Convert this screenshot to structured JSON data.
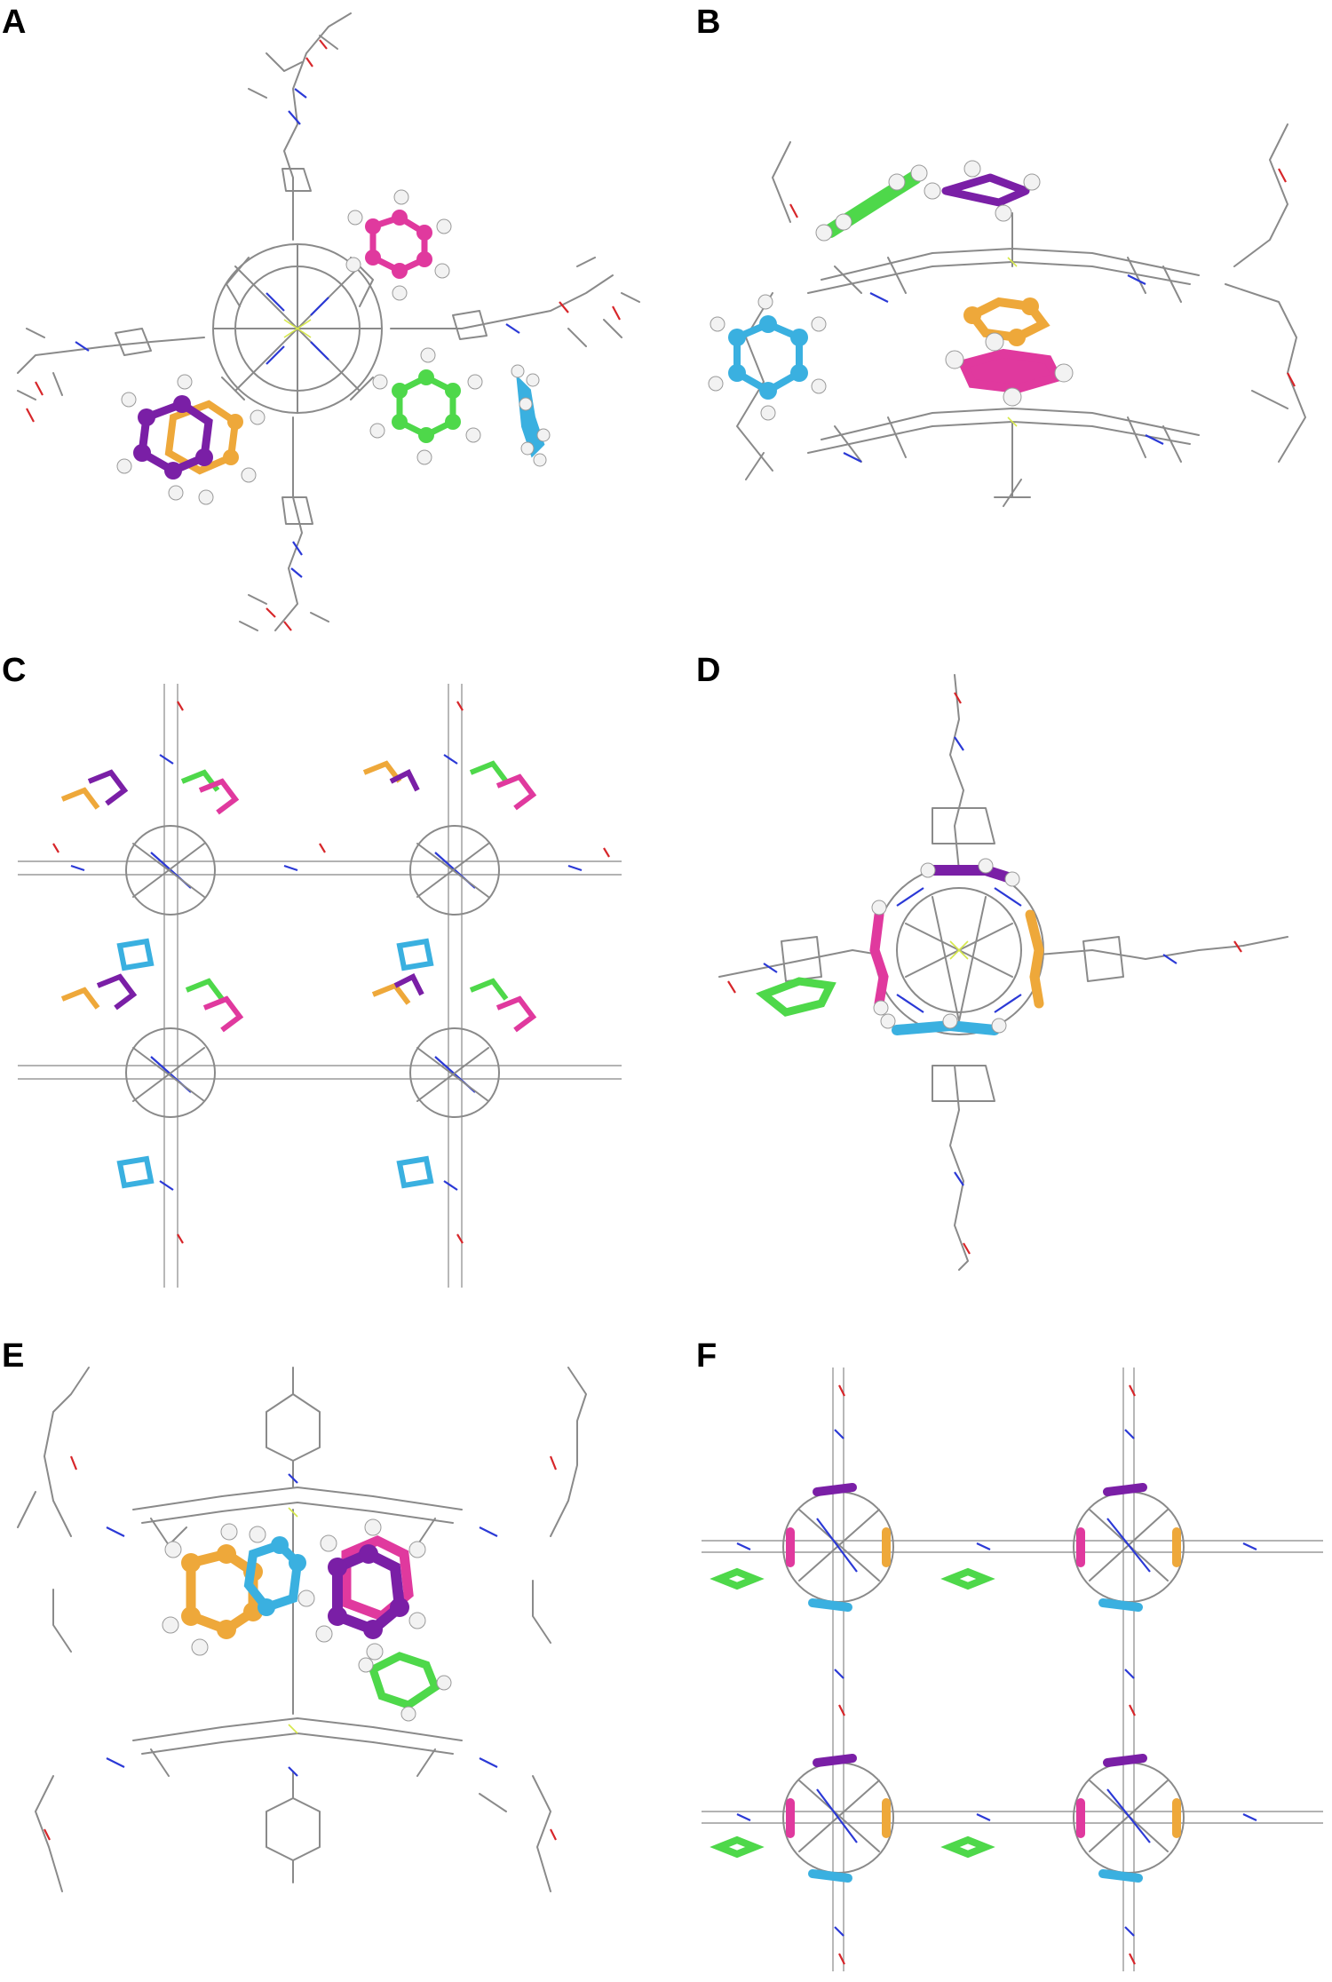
{
  "figure": {
    "panels": [
      {
        "letter": "A"
      },
      {
        "letter": "B"
      },
      {
        "letter": "C"
      },
      {
        "letter": "D"
      },
      {
        "letter": "E"
      },
      {
        "letter": "F"
      }
    ]
  },
  "colors": {
    "framework_carbon": "#8a8a8a",
    "nitrogen": "#2b39d6",
    "oxygen": "#d7262a",
    "metal_bond": "#d6e84a",
    "hydrogen": "#f2f2f2",
    "guest_magenta": "#e0399e",
    "guest_green": "#4ed84a",
    "guest_blue": "#3ab0e0",
    "guest_purple": "#7a1fa6",
    "guest_orange": "#eea83a"
  }
}
